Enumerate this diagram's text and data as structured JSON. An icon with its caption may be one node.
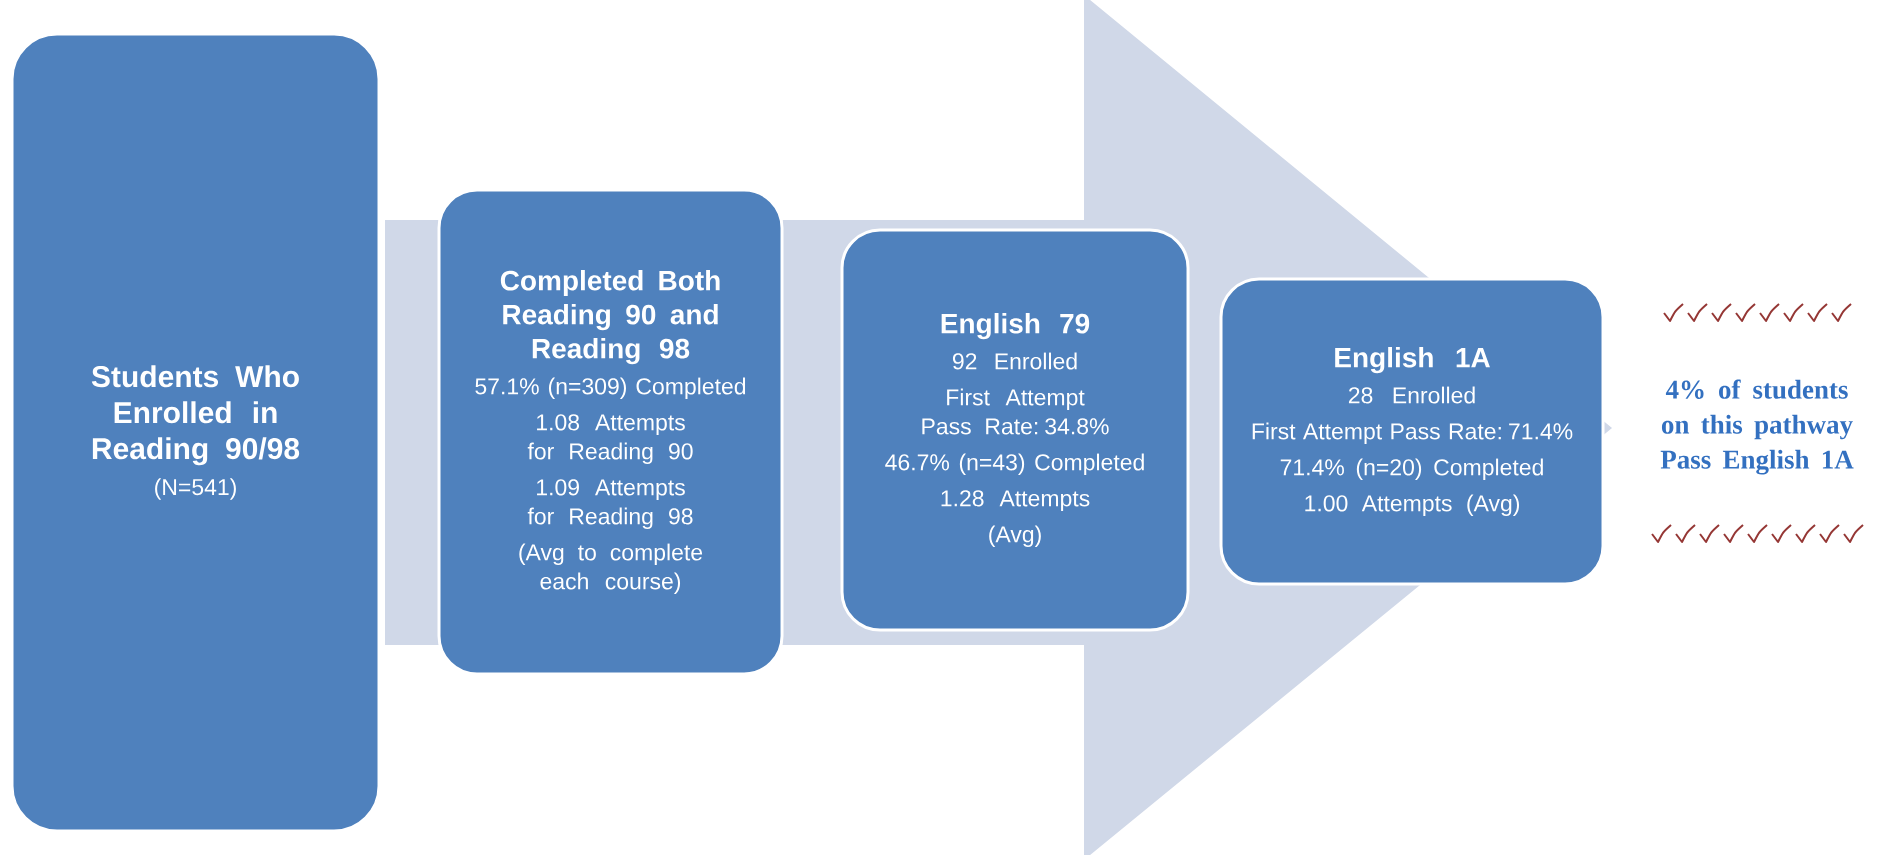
{
  "diagram": {
    "nodes": [
      {
        "text": [
          "Students Who Enrolled in Reading 90/98",
          "(N=541)"
        ]
      },
      {
        "text": [
          "Completed  Both Reading 90 and Reading 98",
          "57.1% (n=309) Completed",
          "1.08 Attempts for Reading 90",
          "1.09 Attempts for Reading 98",
          "(Avg to complete each course)"
        ]
      },
      {
        "text": [
          "English 79",
          "92 Enrolled",
          "First Attempt Pass Rate: 34.8%",
          "46.7% (n=43) Completed",
          "1.28 Attempts",
          "(Avg)"
        ]
      },
      {
        "text": [
          "English 1A",
          "28 Enrolled",
          "First Attempt Pass Rate: 71.4%",
          "71.4% (n=20) Completed",
          "1.00 Attempts (Avg)"
        ]
      }
    ],
    "edges": [
      {
        "from": 0,
        "to": 3,
        "arrow": "to"
      }
    ],
    "labels": [
      "4% of students on this pathway Pass English 1A"
    ]
  }
}
